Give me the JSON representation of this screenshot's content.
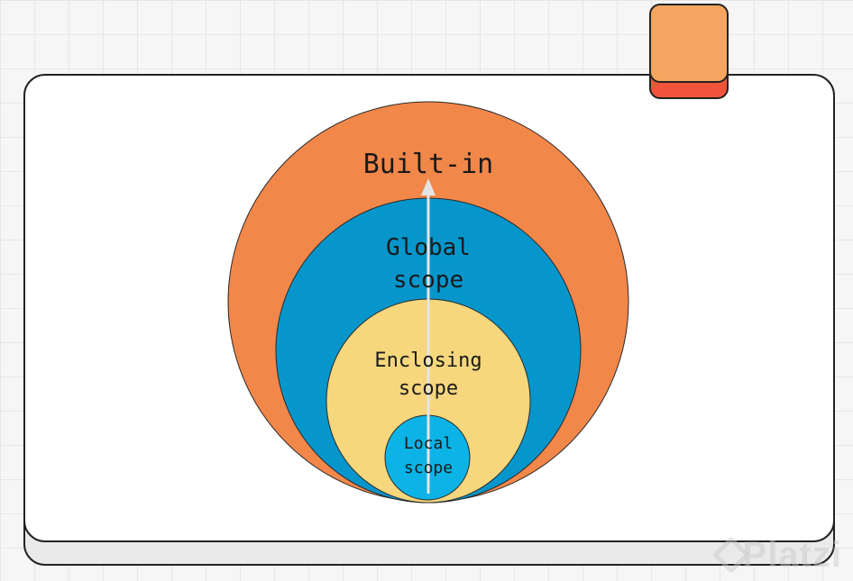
{
  "diagram": {
    "builtin": {
      "label": "Built-in",
      "color": "#f2874a"
    },
    "global": {
      "line1": "Global",
      "line2": "scope",
      "color": "#0696cc"
    },
    "enclosing": {
      "line1": "Enclosing",
      "line2": "scope",
      "color": "#f6d77d"
    },
    "local": {
      "line1": "Local",
      "line2": "scope",
      "color": "#0cb3e6"
    },
    "arrow_color": "#e4e4e4"
  },
  "watermark": {
    "text": "Platzi"
  }
}
